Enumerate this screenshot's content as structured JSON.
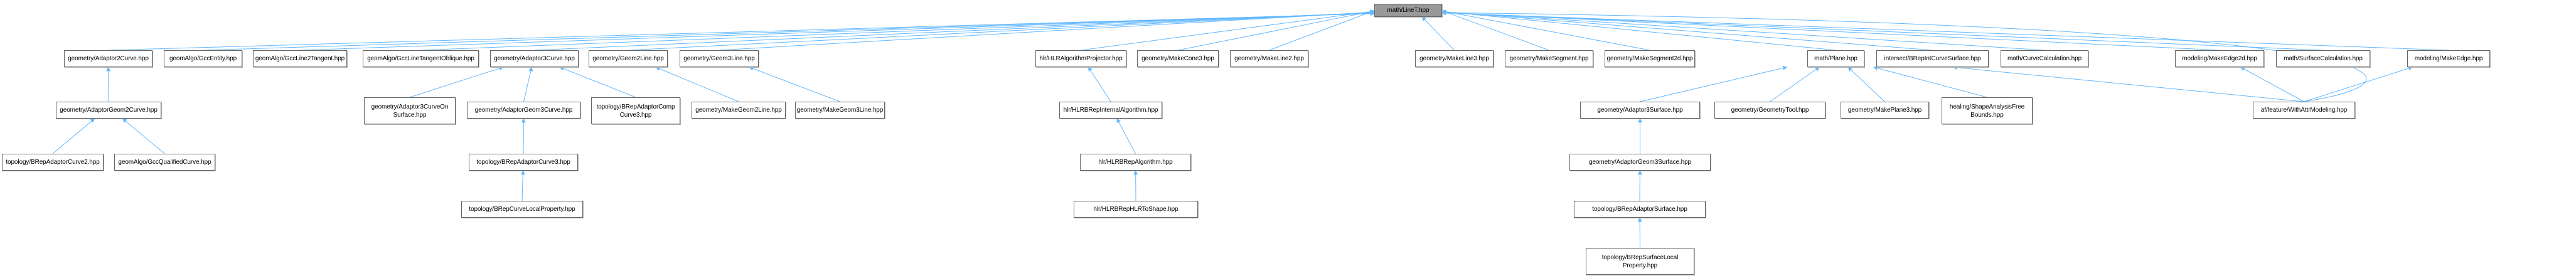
{
  "graph": {
    "title": "math/LineT.hpp",
    "edge_color": "#63b8ff",
    "root_fill": "#999999",
    "node_border": "#666666",
    "nodes": [
      {
        "id": "root",
        "label": "math/LineT.hpp",
        "root": true
      },
      {
        "id": "adaptor2curve",
        "label": "geometry/Adaptor2Curve.hpp"
      },
      {
        "id": "gccentity",
        "label": "geomAlgo/GccEntity.hpp"
      },
      {
        "id": "gccline2tangent",
        "label": "geomAlgo/GccLine2Tangent.hpp"
      },
      {
        "id": "gcclinetangentoblique",
        "label": "geomAlgo/GccLineTangentOblique.hpp"
      },
      {
        "id": "adaptor3curve",
        "label": "geometry/Adaptor3Curve.hpp"
      },
      {
        "id": "geom2line",
        "label": "geometry/Geom2Line.hpp"
      },
      {
        "id": "geom3line",
        "label": "geometry/Geom3Line.hpp"
      },
      {
        "id": "hlralgorithmprojector",
        "label": "hlr/HLRAlgorithmProjector.hpp"
      },
      {
        "id": "makecone3",
        "label": "geometry/MakeCone3.hpp"
      },
      {
        "id": "makeline2",
        "label": "geometry/MakeLine2.hpp"
      },
      {
        "id": "makeline3",
        "label": "geometry/MakeLine3.hpp"
      },
      {
        "id": "makesegment",
        "label": "geometry/MakeSegment.hpp"
      },
      {
        "id": "makesegment2d",
        "label": "geometry/MakeSegment2d.hpp"
      },
      {
        "id": "plane",
        "label": "math/Plane.hpp"
      },
      {
        "id": "brepintcurvesurface",
        "label": "intersect/BRepIntCurveSurface.hpp"
      },
      {
        "id": "curvecalculation",
        "label": "math/CurveCalculation.hpp"
      },
      {
        "id": "makeedge2d",
        "label": "modeling/MakeEdge2d.hpp"
      },
      {
        "id": "surfacecalculation",
        "label": "math/SurfaceCalculation.hpp"
      },
      {
        "id": "makeedge",
        "label": "modeling/MakeEdge.hpp"
      },
      {
        "id": "adaptorgeom2curve",
        "label": "geometry/AdaptorGeom2Curve.hpp"
      },
      {
        "id": "adaptor3curveonsurface",
        "label": "geometry/Adaptor3CurveOn\nSurface.hpp"
      },
      {
        "id": "adaptorgeom3curve",
        "label": "geometry/AdaptorGeom3Curve.hpp"
      },
      {
        "id": "brepadaptorcompcurve3",
        "label": "topology/BRepAdaptorComp\nCurve3.hpp"
      },
      {
        "id": "makegeom2line",
        "label": "geometry/MakeGeom2Line.hpp"
      },
      {
        "id": "makegeom3line",
        "label": "geometry/MakeGeom3Line.hpp"
      },
      {
        "id": "hlrbrepinternalalgorithm",
        "label": "hlr/HLRBRepInternalAlgorithm.hpp"
      },
      {
        "id": "adaptor3surface",
        "label": "geometry/Adaptor3Surface.hpp"
      },
      {
        "id": "geometrytool",
        "label": "geometry/GeometryTool.hpp"
      },
      {
        "id": "makeplane3",
        "label": "geometry/MakePlane3.hpp"
      },
      {
        "id": "shapeanalysisfreebounds",
        "label": "healing/ShapeAnalysisFree\nBounds.hpp"
      },
      {
        "id": "withattrmodeling",
        "label": "af/feature/WithAttrModeling.hpp"
      },
      {
        "id": "brepadaptorcurve2",
        "label": "topology/BRepAdaptorCurve2.hpp"
      },
      {
        "id": "gccqualifiedcurve",
        "label": "geomAlgo/GccQualifiedCurve.hpp"
      },
      {
        "id": "brepadaptorcurve3",
        "label": "topology/BRepAdaptorCurve3.hpp"
      },
      {
        "id": "hlrbrepalgorithm",
        "label": "hlr/HLRBRepAlgorithm.hpp"
      },
      {
        "id": "adaptorgeom3surface",
        "label": "geometry/AdaptorGeom3Surface.hpp"
      },
      {
        "id": "brepcurvelocalproperty",
        "label": "topology/BRepCurveLocalProperty.hpp"
      },
      {
        "id": "hlrbrephlrtoshape",
        "label": "hlr/HLRBRepHLRToShape.hpp"
      },
      {
        "id": "brepadaptorsurface",
        "label": "topology/BRepAdaptorSurface.hpp"
      },
      {
        "id": "brepsurfacelocalproperty",
        "label": "topology/BRepSurfaceLocal\nProperty.hpp"
      }
    ],
    "edges": [
      [
        "adaptor2curve",
        "root"
      ],
      [
        "gccentity",
        "root"
      ],
      [
        "gccline2tangent",
        "root"
      ],
      [
        "gcclinetangentoblique",
        "root"
      ],
      [
        "adaptor3curve",
        "root"
      ],
      [
        "geom2line",
        "root"
      ],
      [
        "geom3line",
        "root"
      ],
      [
        "hlralgorithmprojector",
        "root"
      ],
      [
        "makecone3",
        "root"
      ],
      [
        "makeline2",
        "root"
      ],
      [
        "makeline3",
        "root"
      ],
      [
        "makesegment",
        "root"
      ],
      [
        "makesegment2d",
        "root"
      ],
      [
        "plane",
        "root"
      ],
      [
        "brepintcurvesurface",
        "root"
      ],
      [
        "curvecalculation",
        "root"
      ],
      [
        "makeedge2d",
        "root"
      ],
      [
        "surfacecalculation",
        "root"
      ],
      [
        "makeedge",
        "root"
      ],
      [
        "withattrmodeling",
        "root"
      ],
      [
        "adaptorgeom2curve",
        "adaptor2curve"
      ],
      [
        "brepadaptorcurve2",
        "adaptorgeom2curve"
      ],
      [
        "gccqualifiedcurve",
        "adaptorgeom2curve"
      ],
      [
        "adaptor3curveonsurface",
        "adaptor3curve"
      ],
      [
        "adaptorgeom3curve",
        "adaptor3curve"
      ],
      [
        "brepadaptorcompcurve3",
        "adaptor3curve"
      ],
      [
        "brepadaptorcurve3",
        "adaptorgeom3curve"
      ],
      [
        "brepcurvelocalproperty",
        "brepadaptorcurve3"
      ],
      [
        "makegeom2line",
        "geom2line"
      ],
      [
        "makegeom3line",
        "geom3line"
      ],
      [
        "hlrbrepinternalalgorithm",
        "hlralgorithmprojector"
      ],
      [
        "hlrbrepalgorithm",
        "hlrbrepinternalalgorithm"
      ],
      [
        "hlrbrephlrtoshape",
        "hlrbrepalgorithm"
      ],
      [
        "adaptor3surface",
        "plane"
      ],
      [
        "geometrytool",
        "plane"
      ],
      [
        "makeplane3",
        "plane"
      ],
      [
        "shapeanalysisfreebounds",
        "plane"
      ],
      [
        "withattrmodeling",
        "plane"
      ],
      [
        "adaptorgeom3surface",
        "adaptor3surface"
      ],
      [
        "brepadaptorsurface",
        "adaptorgeom3surface"
      ],
      [
        "brepsurfacelocalproperty",
        "brepadaptorsurface"
      ],
      [
        "withattrmodeling",
        "makeedge2d"
      ],
      [
        "withattrmodeling",
        "makeedge"
      ]
    ]
  }
}
